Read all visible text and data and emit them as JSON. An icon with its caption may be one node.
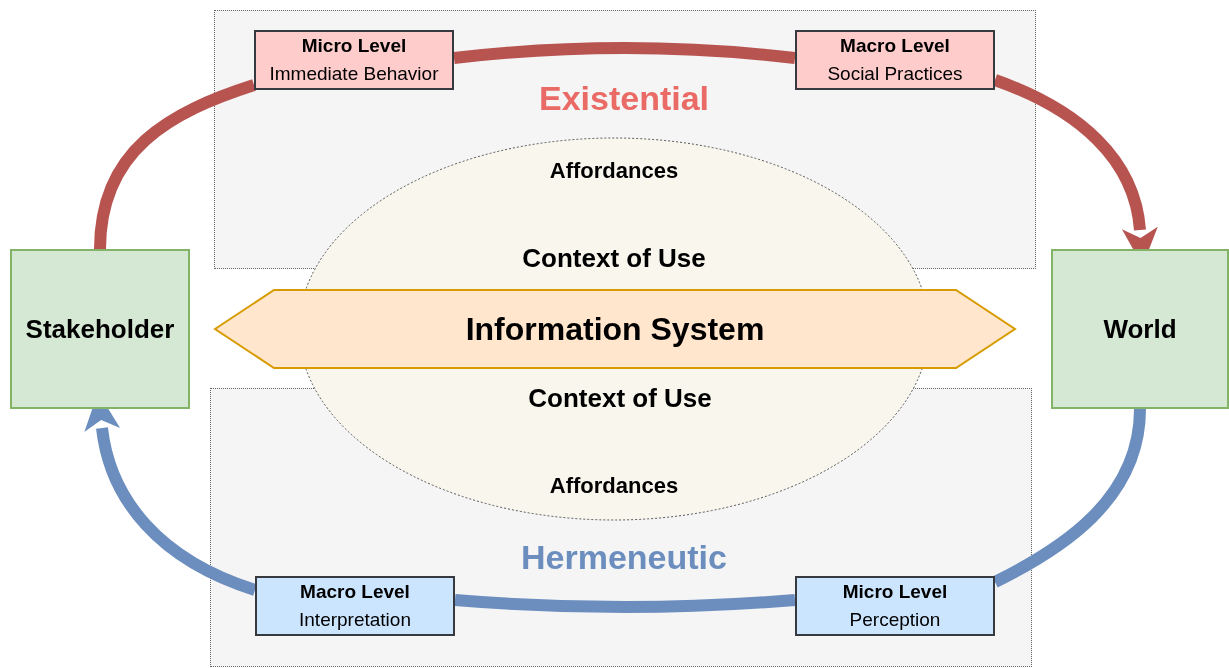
{
  "diagram": {
    "nodes": [
      {
        "text": [
          "Stakeholder"
        ]
      },
      {
        "text": [
          "World"
        ]
      },
      {
        "text": [
          "Micro Level",
          "Immediate Behavior"
        ]
      },
      {
        "text": [
          "Macro Level",
          "Social Practices"
        ]
      },
      {
        "text": [
          "Macro Level",
          "Interpretation"
        ]
      },
      {
        "text": [
          "Micro Level",
          "Perception"
        ]
      },
      {
        "text": [
          "Affordances",
          "Context of Use",
          "Context of Use",
          "Affordances"
        ]
      },
      {
        "text": [
          "Information System"
        ]
      }
    ],
    "edges": [
      {
        "from": 0,
        "to": 2,
        "arrow": "none",
        "color": "#b85450"
      },
      {
        "from": 2,
        "to": 3,
        "arrow": "none",
        "color": "#b85450"
      },
      {
        "from": 3,
        "to": 1,
        "arrow": "to",
        "color": "#b85450"
      },
      {
        "from": 1,
        "to": 5,
        "arrow": "none",
        "color": "#6c8ebf"
      },
      {
        "from": 5,
        "to": 4,
        "arrow": "none",
        "color": "#6c8ebf"
      },
      {
        "from": 4,
        "to": 0,
        "arrow": "to",
        "color": "#6c8ebf"
      }
    ],
    "labels": [
      "Existential",
      "Hermeneutic"
    ]
  }
}
